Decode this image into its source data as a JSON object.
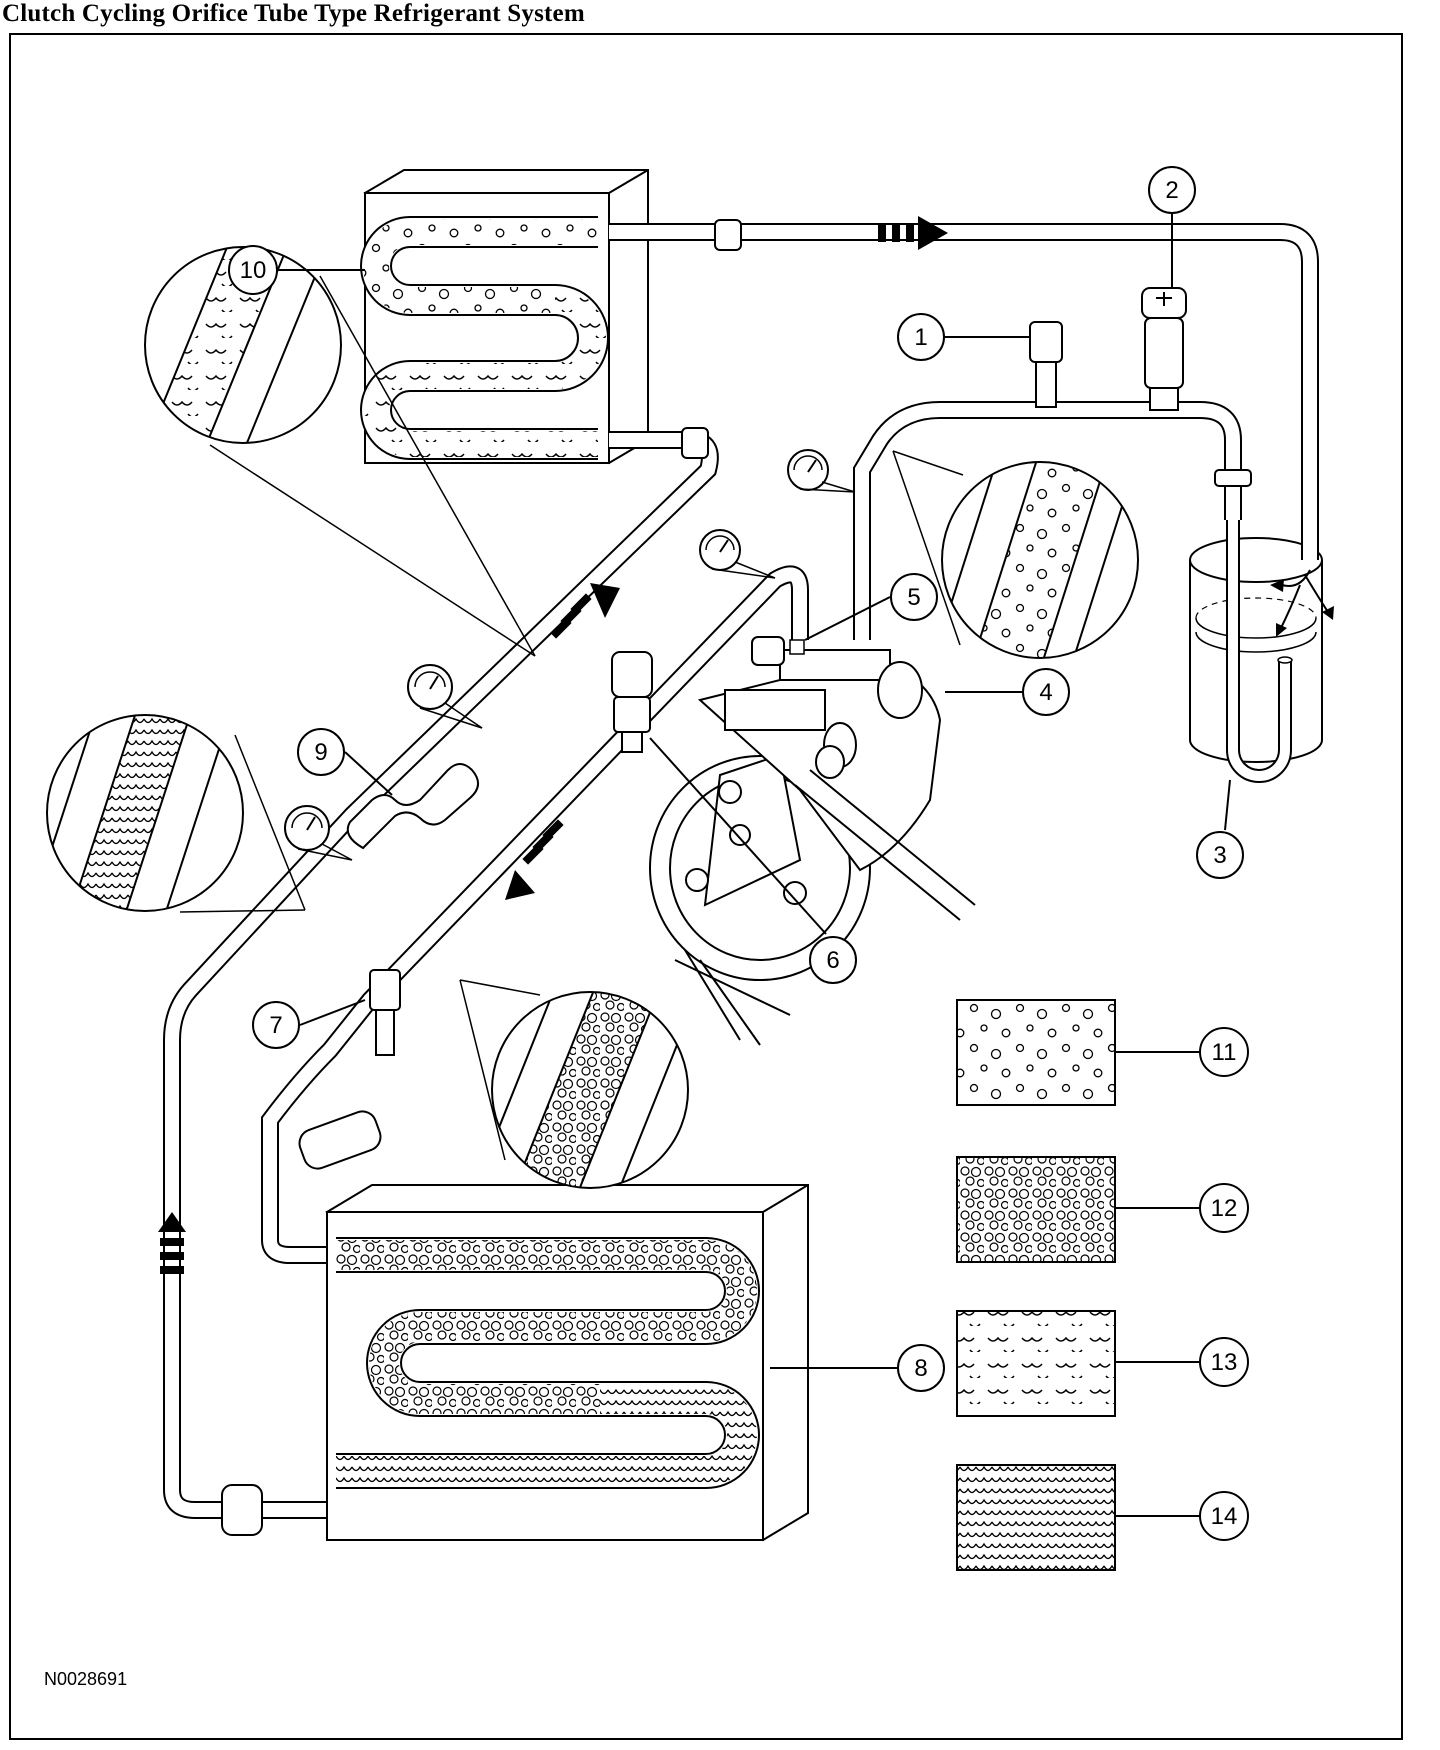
{
  "title": "Clutch Cycling Orifice Tube Type Refrigerant System",
  "figure_id": "N0028691",
  "callouts": [
    {
      "id": "1",
      "label": "1"
    },
    {
      "id": "2",
      "label": "2"
    },
    {
      "id": "3",
      "label": "3"
    },
    {
      "id": "4",
      "label": "4"
    },
    {
      "id": "5",
      "label": "5"
    },
    {
      "id": "6",
      "label": "6"
    },
    {
      "id": "7",
      "label": "7"
    },
    {
      "id": "8",
      "label": "8"
    },
    {
      "id": "9",
      "label": "9"
    },
    {
      "id": "10",
      "label": "10"
    },
    {
      "id": "11",
      "label": "11"
    },
    {
      "id": "12",
      "label": "12"
    },
    {
      "id": "13",
      "label": "13"
    },
    {
      "id": "14",
      "label": "14"
    }
  ],
  "legend": [
    {
      "callout": "11",
      "pattern": "sparse-bubbles"
    },
    {
      "callout": "12",
      "pattern": "dense-bubbles"
    },
    {
      "callout": "13",
      "pattern": "sparse-waves"
    },
    {
      "callout": "14",
      "pattern": "dense-scales"
    }
  ],
  "colors": {
    "line": "#000000",
    "background": "#ffffff"
  }
}
